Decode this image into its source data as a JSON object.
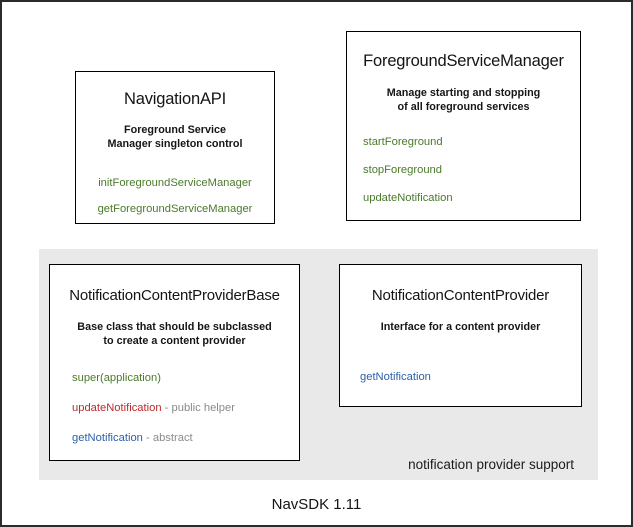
{
  "diagram": {
    "footer_label": "NavSDK 1.11",
    "colors": {
      "green": "#4a7a2a",
      "red": "#bb2a2a",
      "blue": "#2b5fa8",
      "note_gray": "#8a8a8a",
      "panel_background": "#e9e9e9",
      "border": "#000000"
    },
    "group_panel": {
      "caption": "notification provider support"
    },
    "boxes": [
      {
        "id": "navigation-api",
        "title": "NavigationAPI",
        "description": "Foreground Service\nManager singleton control",
        "description_line1": "Foreground Service",
        "description_line2": "Manager singleton control",
        "members": [
          {
            "name": "initForegroundServiceManager",
            "color": "green",
            "note": ""
          },
          {
            "name": "getForegroundServiceManager",
            "color": "green",
            "note": ""
          }
        ]
      },
      {
        "id": "foreground-service-manager",
        "title": "ForegroundServiceManager",
        "description_line1": "Manage starting and stopping",
        "description_line2": "of all foreground services",
        "members": [
          {
            "name": "startForeground",
            "color": "green",
            "note": ""
          },
          {
            "name": "stopForeground",
            "color": "green",
            "note": ""
          },
          {
            "name": "updateNotification",
            "color": "green",
            "note": ""
          }
        ]
      },
      {
        "id": "ncp-base",
        "title": "NotificationContentProviderBase",
        "description_line1": "Base class that should be subclassed",
        "description_line2": "to create a content provider",
        "members": [
          {
            "name": "super(application)",
            "color": "green",
            "note": ""
          },
          {
            "name": "updateNotification",
            "color": "red",
            "note": " - public helper"
          },
          {
            "name": "getNotification",
            "color": "blue",
            "note": " - abstract"
          }
        ]
      },
      {
        "id": "ncp",
        "title": "NotificationContentProvider",
        "description_line1": "Interface for a content provider",
        "description_line2": "",
        "members": [
          {
            "name": "getNotification",
            "color": "blue",
            "note": ""
          }
        ]
      }
    ]
  }
}
